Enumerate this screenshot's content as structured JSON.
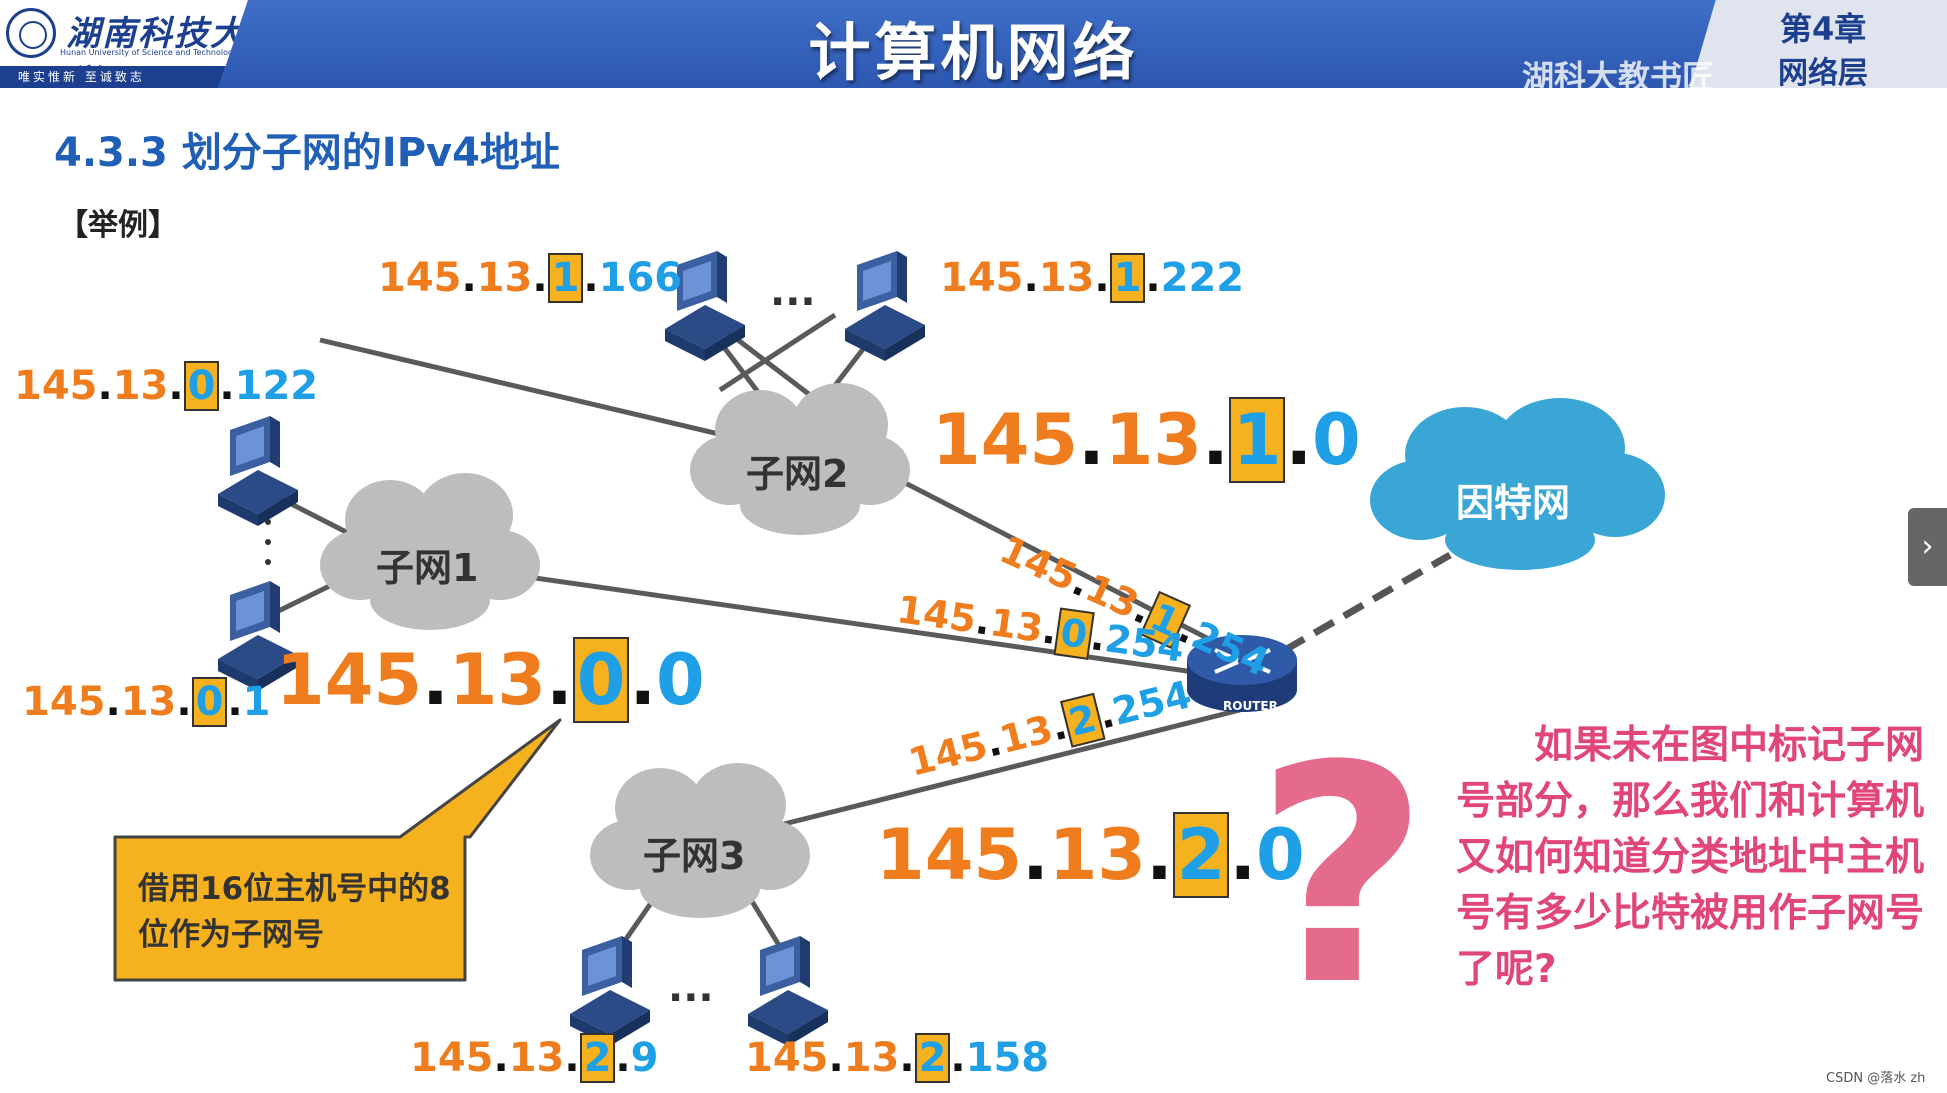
{
  "header": {
    "university_name": "湖南科技大学",
    "university_en": "Hunan University of Science and Technology",
    "motto": "唯实惟新  至诚致志",
    "course_title": "计算机网络",
    "chapter_number": "第4章",
    "chapter_name": "网络层",
    "watermark": "湖科大教书匠"
  },
  "section_title": "4.3.3 划分子网的IPv4地址",
  "example_tag": "【举例】",
  "subnets": [
    {
      "label": "子网1",
      "network": {
        "prefix": "145.13.",
        "subnet": "0",
        "host": ".0"
      }
    },
    {
      "label": "子网2",
      "network": {
        "prefix": "145.13.",
        "subnet": "1",
        "host": ".0"
      }
    },
    {
      "label": "子网3",
      "network": {
        "prefix": "145.13.",
        "subnet": "2",
        "host": ".0"
      }
    }
  ],
  "hosts": {
    "s2_left": {
      "p1": "145",
      "p2": "13",
      "subnet": "1",
      "host": "166"
    },
    "s2_right": {
      "p1": "145",
      "p2": "13",
      "subnet": "1",
      "host": "222"
    },
    "s1_top": {
      "p1": "145",
      "p2": "13",
      "subnet": "0",
      "host": "122"
    },
    "s1_bottom": {
      "p1": "145",
      "p2": "13",
      "subnet": "0",
      "host": "1"
    },
    "s3_left": {
      "p1": "145",
      "p2": "13",
      "subnet": "2",
      "host": "9"
    },
    "s3_right": {
      "p1": "145",
      "p2": "13",
      "subnet": "2",
      "host": "158"
    }
  },
  "router_interfaces": {
    "if1": {
      "p1": "145",
      "p2": "13",
      "subnet": "1",
      "host": "254"
    },
    "if0": {
      "p1": "145",
      "p2": "13",
      "subnet": "0",
      "host": "254"
    },
    "if2": {
      "p1": "145",
      "p2": "13",
      "subnet": "2",
      "host": "254"
    }
  },
  "networks": {
    "n0": {
      "p1": "145",
      "p2": "13",
      "subnet": "0",
      "host": "0"
    },
    "n1": {
      "p1": "145",
      "p2": "13",
      "subnet": "1",
      "host": "0"
    },
    "n2": {
      "p1": "145",
      "p2": "13",
      "subnet": "2",
      "host": "0"
    }
  },
  "router_label": "ROUTER",
  "internet_label": "因特网",
  "ellipsis": "···",
  "callout": "借用16位主机号中的8位作为子网号",
  "question_mark": "?",
  "note": "如果未在图中标记子网号部分，那么我们和计算机又如何知道分类地址中主机号有多少比特被用作子网号了呢?",
  "csdn_mark": "CSDN @落水 zh",
  "colors": {
    "header_blue": "#2c57b0",
    "section_blue": "#1f5fb6",
    "ip_orange": "#f07d1d",
    "ip_blue": "#1fa0e6",
    "highlight_yellow": "#f5b21e",
    "note_pink": "#e0457b",
    "internet_cloud": "#3aa6d6",
    "subnet_cloud": "#bdbdbd",
    "callout_fill": "#f5b21e"
  }
}
